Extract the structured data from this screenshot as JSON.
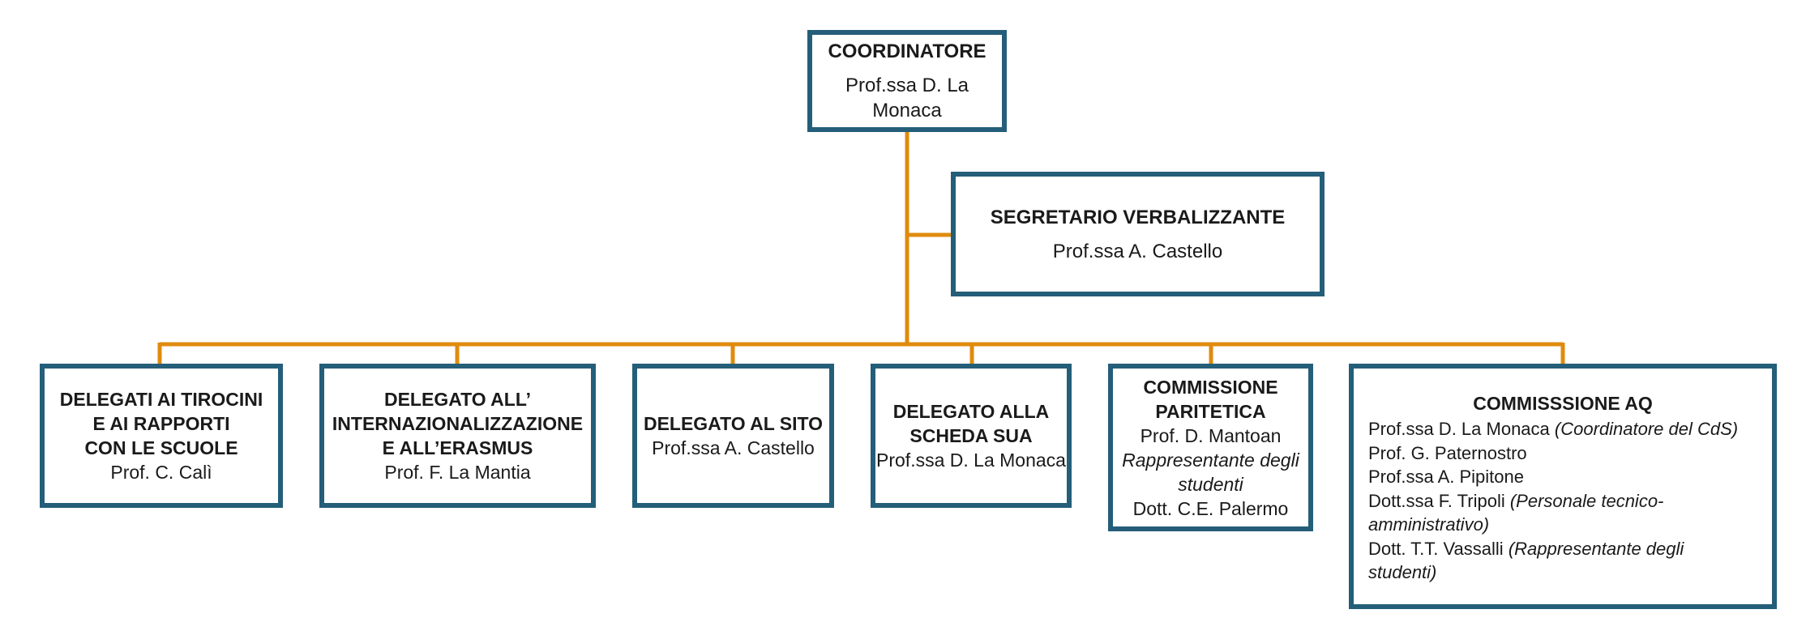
{
  "colors": {
    "box_border": "#245e79",
    "connector": "#e08b0e"
  },
  "coordinator": {
    "title": "COORDINATORE",
    "person_line1": "Prof.ssa D. La",
    "person_line2": "Monaca"
  },
  "secretary": {
    "title": "SEGRETARIO VERBALIZZANTE",
    "person": "Prof.ssa A. Castello"
  },
  "delegates": [
    {
      "title_lines": [
        "DELEGATI AI TIROCINI",
        "E AI RAPPORTI",
        "CON LE SCUOLE"
      ],
      "person": "Prof. C. Calì"
    },
    {
      "title_lines": [
        "DELEGATO ALL’",
        "INTERNAZIONALIZZAZIONE",
        "E ALL’ERASMUS"
      ],
      "person": "Prof. F. La Mantia"
    },
    {
      "title_lines": [
        "DELEGATO AL SITO"
      ],
      "person": "Prof.ssa A. Castello"
    },
    {
      "title_lines": [
        "DELEGATO ALLA",
        "SCHEDA SUA"
      ],
      "person": "Prof.ssa D. La Monaca"
    }
  ],
  "paritetica": {
    "title_lines": [
      "COMMISSIONE",
      "PARITETICA"
    ],
    "member1": "Prof. D. Mantoan",
    "note_line1": "Rappresentante degli",
    "note_line2": "studenti",
    "member2": "Dott. C.E. Palermo"
  },
  "aq": {
    "title": "COMMISSSIONE AQ",
    "members": [
      {
        "name": "Prof.ssa D. La Monaca",
        "note": "(Coordinatore del CdS)"
      },
      {
        "name": "Prof. G. Paternostro",
        "note": ""
      },
      {
        "name": "Prof.ssa A. Pipitone",
        "note": ""
      },
      {
        "name": "Dott.ssa F. Tripoli",
        "note": "(Personale tecnico-"
      },
      {
        "name": "",
        "note": "amministrativo)"
      },
      {
        "name": "Dott. T.T. Vassalli",
        "note": "(Rappresentante degli"
      },
      {
        "name": "",
        "note": "studenti)"
      }
    ]
  }
}
